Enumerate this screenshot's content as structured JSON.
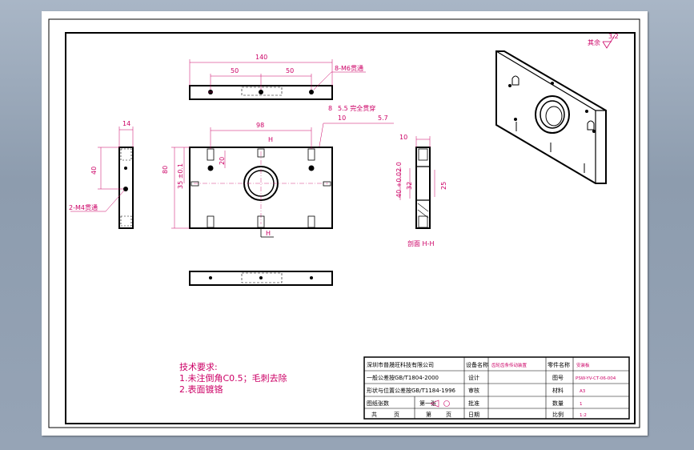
{
  "drawing": {
    "roughness_symbol": "其余",
    "roughness_value": "3.2",
    "dims": {
      "top_total": "140",
      "top_left": "50",
      "top_right": "50",
      "top_thread": "8-M6贯通",
      "hole_spec1": "8",
      "hole_spec2": "5.5 完全贯穿",
      "hole_spec3": "10",
      "hole_spec4": "5.7",
      "front_h1": "98",
      "front_mark_top": "H",
      "front_v1": "20",
      "front_v_height": "80",
      "front_v_tol": "35 ±0.1",
      "front_mark_bottom": "H",
      "left_w": "14",
      "left_h": "40",
      "left_thread": "2-M4贯通",
      "sec_w": "10",
      "sec_d1": "40 +0.02 0",
      "sec_d2": "32",
      "sec_d3": "25",
      "section_title": "剖面 H-H"
    },
    "tech_req": {
      "title": "技术要求:",
      "line1": "1.未注倒角C0.5；毛刺去除",
      "line2": "2.表面镀铬"
    }
  },
  "title_block": {
    "company": "深圳市普晟旺科技有限公司",
    "std1": "一般公差按GB/T1804-2000",
    "std2": "形状与位置公差按GB/T1184-1996",
    "sheets_label": "图纸张数",
    "sheet_count": "第一张",
    "total": "共",
    "page": "页",
    "of": "第",
    "page2": "页",
    "equip_label": "设备名称",
    "equip_value": "齿轮齿条传动装置",
    "part_name_label": "零件名称",
    "part_name_value": "安装板",
    "drawing_label": "图号",
    "drawing_value": "PSW-YV-CT-06-004",
    "design_label": "设计",
    "check_label": "审核",
    "approve_label": "批准",
    "date_label": "日期",
    "material_label": "材料",
    "material_value": "A3",
    "qty_label": "数量",
    "qty_value": "1",
    "scale_label": "比例",
    "scale_value": "1:2"
  }
}
